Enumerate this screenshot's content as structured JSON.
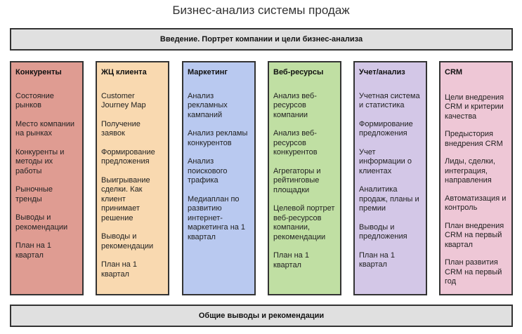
{
  "title": "Бизнес-анализ системы продаж",
  "intro": "Введение. Портрет компании и цели бизнес-анализа",
  "conclusion": "Общие выводы и рекомендации",
  "columns": [
    {
      "heading": "Конкуренты",
      "color": "#df9c92",
      "items": [
        "Состояние рынков",
        "Место компании на рынках",
        "Конкуренты и методы их работы",
        "Рыночные тренды",
        "Выводы и рекомендации",
        "План на 1 квартал"
      ]
    },
    {
      "heading": "ЖЦ клиента",
      "color": "#f9d9b0",
      "items": [
        "Customer Journey Map",
        "Получение заявок",
        "Формирование предложения",
        "Выигрывание сделки. Как клиент принимает решение",
        "Выводы и рекомендации",
        "План на 1 квартал"
      ]
    },
    {
      "heading": "Маркетинг",
      "color": "#b9c9f0",
      "items": [
        "Анализ рекламных кампаний",
        "Анализ рекламы конкурентов",
        "Анализ поискового трафика",
        "Медиаплан по развитию интернет-маркетинга на 1 квартал"
      ]
    },
    {
      "heading": "Веб-ресурсы",
      "color": "#c0dfa3",
      "items": [
        "Анализ веб-ресурсов компании",
        "Анализ веб-ресурсов конкурентов",
        "Агрегаторы и рейтинговые площадки",
        "Целевой портрет веб-ресурсов компании, рекомендации",
        "План на 1 квартал"
      ]
    },
    {
      "heading": "Учет/анализ",
      "color": "#d3c7e7",
      "items": [
        "Учетная система и статистика",
        "Формирование предложения",
        "Учет информации о клиентах",
        "Аналитика продаж, планы и премии",
        "Выводы и предложения",
        "План на 1 квартал"
      ]
    },
    {
      "heading": "CRM",
      "color": "#eec7d6",
      "items": [
        "Цели внедрения CRM и критерии качества",
        "Предыстория внедрения CRM",
        "Лиды, сделки, интеграция, направления",
        "Автоматизация и контроль",
        "План внедрения CRM на первый квартал",
        "План развития CRM на первый год"
      ]
    }
  ]
}
